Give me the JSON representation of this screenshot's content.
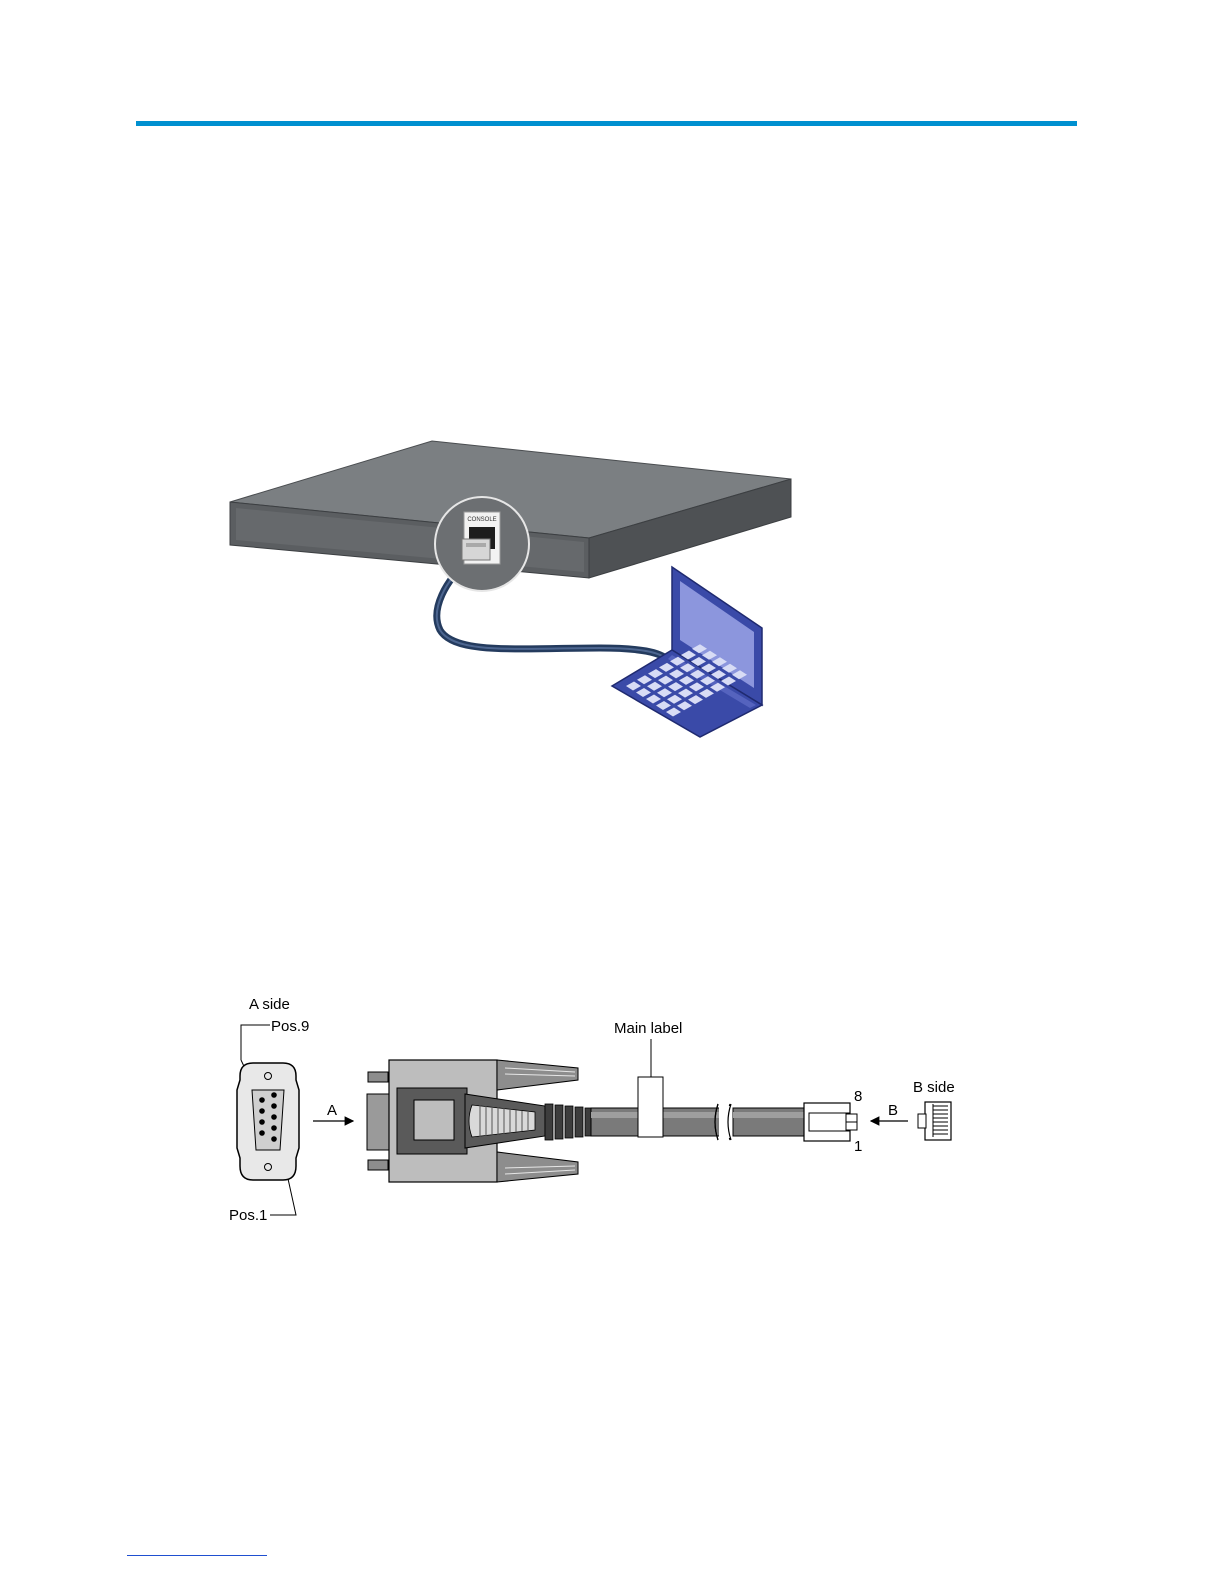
{
  "colors": {
    "header_rule": "#0090d0",
    "device_top": "#7b7f82",
    "device_front": "#5b5e61",
    "cable": "#243b5e",
    "laptop": "#3a4aa8",
    "laptop_screen": "#8c96dd",
    "footer_rule": "#1f4fd0"
  },
  "figure1": {
    "port_label": "CONSOLE"
  },
  "figure2": {
    "a_side_label": "A side",
    "pos9_label": "Pos.9",
    "pos1_label": "Pos.1",
    "arrow_a_label": "A",
    "main_label": "Main label",
    "b_side_label": "B side",
    "arrow_b_label": "B",
    "pin8_label": "8",
    "pin1_label": "1"
  }
}
